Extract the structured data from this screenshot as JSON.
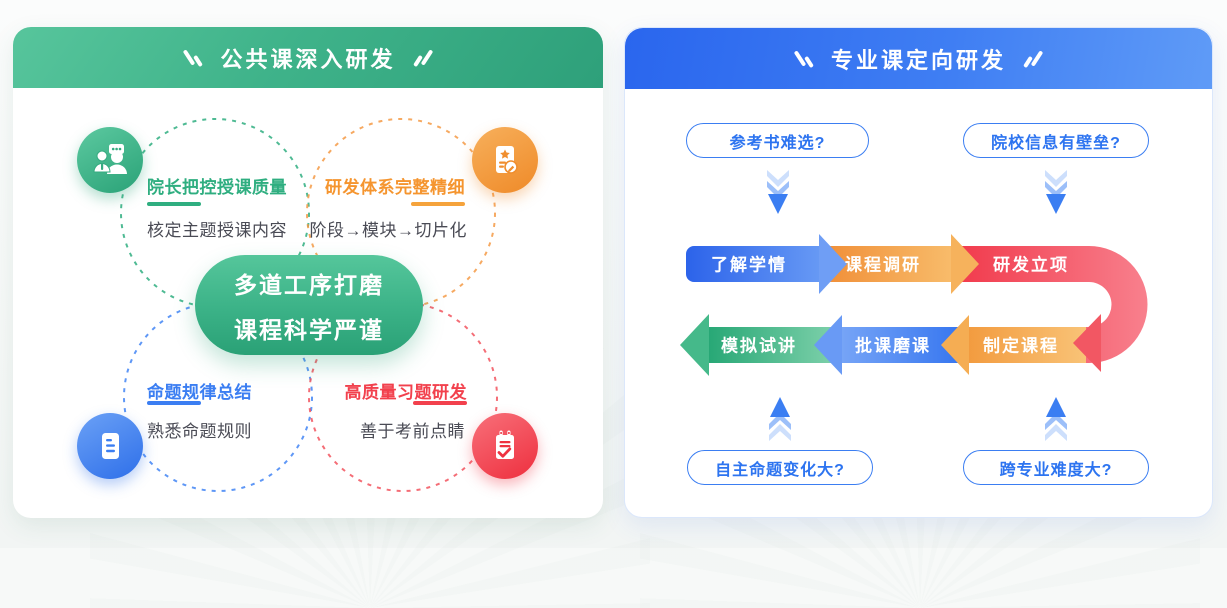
{
  "left_panel": {
    "title": "公共课深入研发",
    "center_badge": {
      "line1": "多道工序打磨",
      "line2": "课程科学严谨"
    },
    "features": [
      {
        "title": "院长把控授课质量",
        "desc": "核定主题授课内容",
        "accent": "#2fae80",
        "icon": "people-chat-icon"
      },
      {
        "title": "研发体系完整精细",
        "desc": "阶段→模块→切片化",
        "accent": "#f5952f",
        "icon": "doc-star-pen-icon"
      },
      {
        "title": "命题规律总结",
        "desc": "熟悉命题规则",
        "accent": "#3b7ef2",
        "icon": "doc-lines-icon"
      },
      {
        "title": "高质量习题研发",
        "desc": "善于考前点睛",
        "accent": "#f2414d",
        "icon": "clipboard-check-icon"
      }
    ]
  },
  "right_panel": {
    "title": "专业课定向研发",
    "questions": [
      "参考书难选?",
      "院校信息有壁垒?",
      "自主命题变化大?",
      "跨专业难度大?"
    ],
    "flow": {
      "top": [
        "了解学情",
        "课程调研",
        "研发立项"
      ],
      "bottom_right_to_left": [
        "制定课程",
        "批课磨课",
        "模拟试讲"
      ]
    }
  },
  "colors": {
    "left_header_gradient": [
      "#57c59c",
      "#2ea07a"
    ],
    "right_header_gradient": [
      "#2a66ee",
      "#5f9bf7"
    ],
    "green_accent": "#2fae80",
    "orange_accent": "#f5952f",
    "blue_accent": "#3b7ef2",
    "red_accent": "#f2414d",
    "question_text_blue": "#2d74f0",
    "flow_green": "#2fae80"
  }
}
